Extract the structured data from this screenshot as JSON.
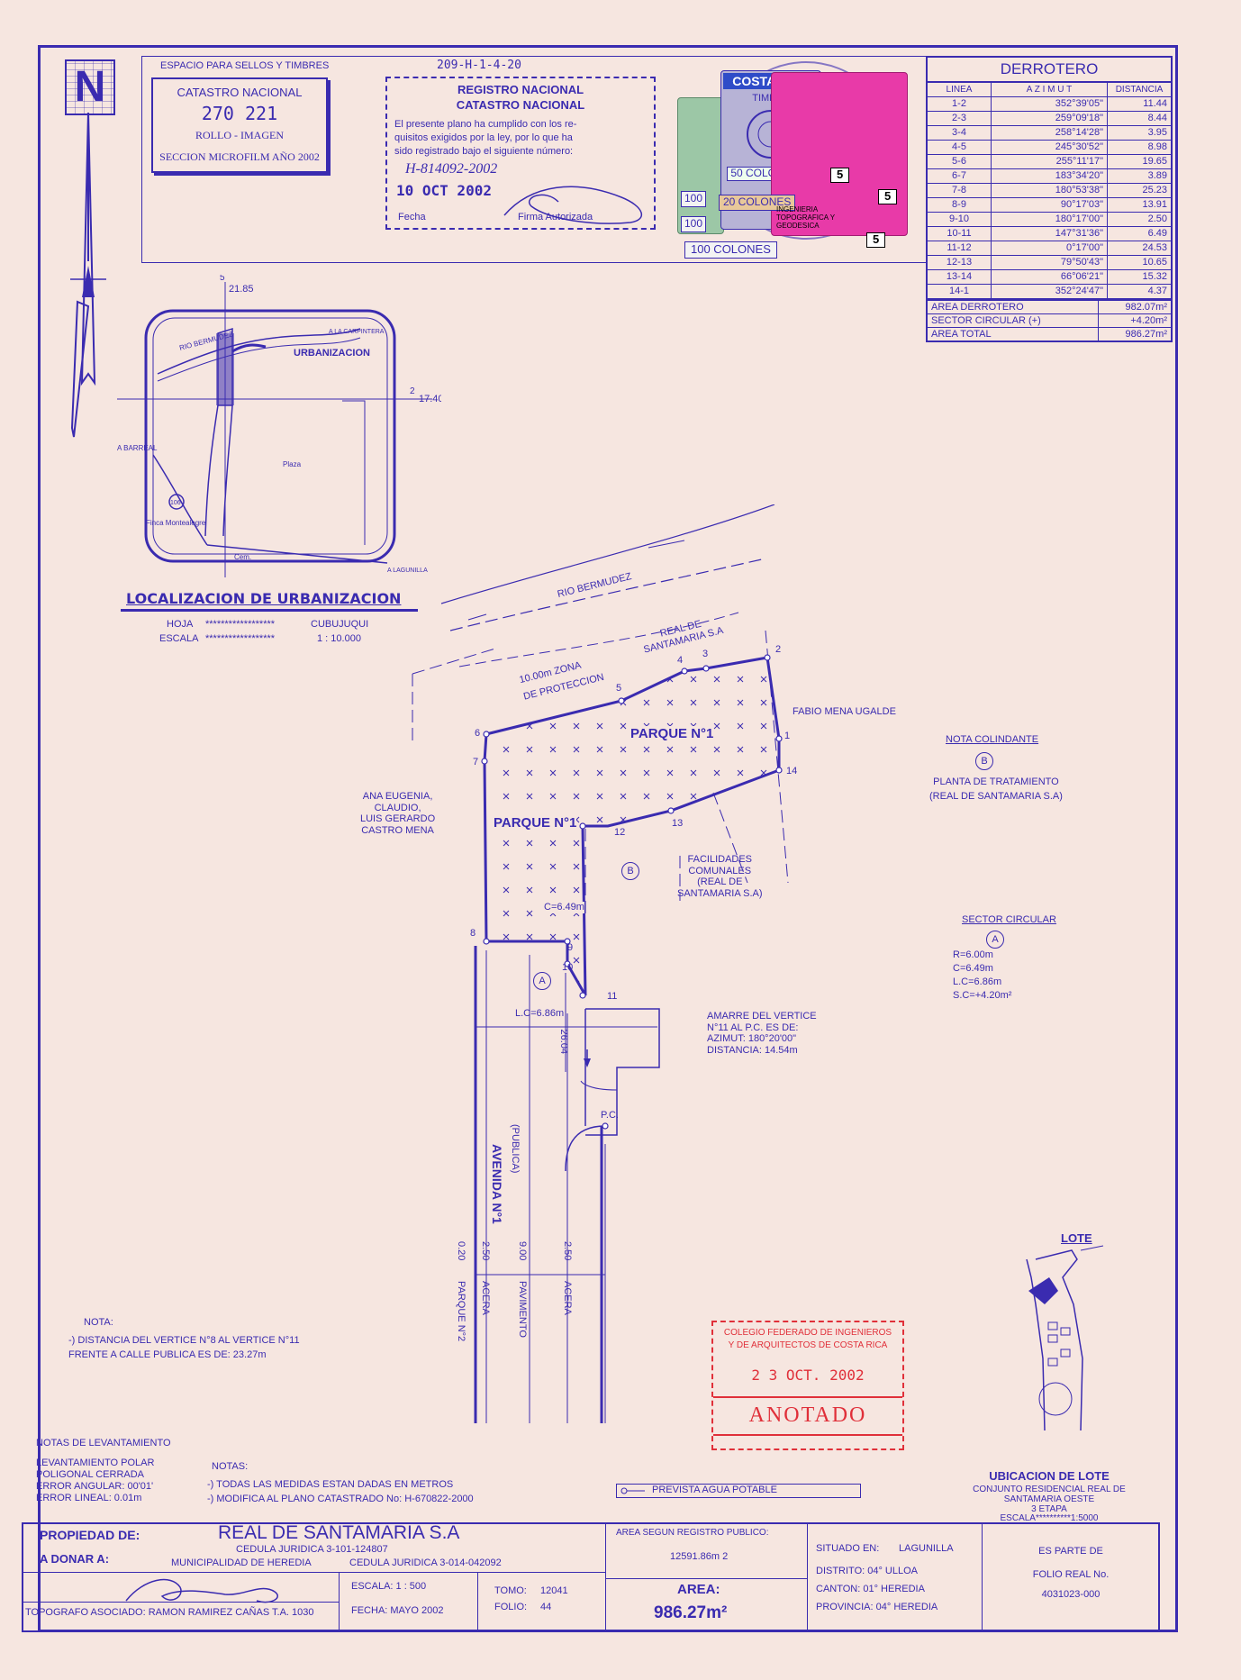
{
  "header": {
    "stamp_space_label": "ESPACIO PARA SELLOS Y TIMBRES",
    "file_code": "209-H-1-4-20",
    "catastro_box": {
      "title": "CATASTRO NACIONAL",
      "number": "270 221",
      "line2": "ROLLO - IMAGEN",
      "line3": "SECCION MICROFILM AÑO 2002"
    },
    "registro_box": {
      "title1": "REGISTRO NACIONAL",
      "title2": "CATASTRO NACIONAL",
      "text": "El presente plano ha cumplido con los re-\nquisitos exigidos por la ley, por lo que ha\nsido registrado bajo el siguiente número:",
      "number": "H-814092-2002",
      "date": "10 OCT 2002",
      "fecha_label": "Fecha",
      "firma_label": "Firma Autorizada"
    },
    "tax_stamps": [
      "COSTA RICA",
      "TIMBRE",
      "50 COLONES",
      "20 COLONES",
      "100",
      "100",
      "100 COLONES",
      "5",
      "5",
      "5",
      "INGENIERIA TOPOGRAFICA Y GEODESICA"
    ]
  },
  "derrotero": {
    "title": "DERROTERO",
    "headers": [
      "LINEA",
      "A Z I M U T",
      "DISTANCIA"
    ],
    "rows": [
      [
        "1-2",
        "352°39'05\"",
        "11.44"
      ],
      [
        "2-3",
        "259°09'18\"",
        "8.44"
      ],
      [
        "3-4",
        "258°14'28\"",
        "3.95"
      ],
      [
        "4-5",
        "245°30'52\"",
        "8.98"
      ],
      [
        "5-6",
        "255°11'17\"",
        "19.65"
      ],
      [
        "6-7",
        "183°34'20\"",
        "3.89"
      ],
      [
        "7-8",
        "180°53'38\"",
        "25.23"
      ],
      [
        "8-9",
        "90°17'03\"",
        "13.91"
      ],
      [
        "9-10",
        "180°17'00\"",
        "2.50"
      ],
      [
        "10-11",
        "147°31'36\"",
        "6.49"
      ],
      [
        "11-12",
        "0°17'00\"",
        "24.53"
      ],
      [
        "12-13",
        "79°50'43\"",
        "10.65"
      ],
      [
        "13-14",
        "66°06'21\"",
        "15.32"
      ],
      [
        "14-1",
        "352°24'47\"",
        "4.37"
      ]
    ],
    "area_derrotero_label": "AREA DERROTERO",
    "area_derrotero_value": "982.07m²",
    "sector_circular_label": "SECTOR CIRCULAR (+)",
    "sector_circular_value": "+4.20m²",
    "area_total_label": "AREA TOTAL",
    "area_total_value": "986.27m²"
  },
  "location_map": {
    "north_label": "N",
    "labels": {
      "top_coord_a": "5",
      "top_coord_b": "21.85",
      "right_coord_a": "2",
      "right_coord_b": "17.40",
      "rio": "RIO BERMUDEZ",
      "carpintera": "A LA\nCARPINTERA",
      "urbanizacion": "URBANIZACION",
      "barreal": "A\nBARREAL",
      "plaza": "Plaza",
      "finca": "Finca\nMontealegre",
      "cem": "Cem.",
      "lagunilla": "A\nLAGUNILLA",
      "road_num": "106"
    },
    "title": "LOCALIZACION DE URBANIZACION",
    "hoja_label": "HOJA",
    "hoja_value": "CUBUJUQUI",
    "escala_label": "ESCALA",
    "escala_value": "1 : 10.000",
    "dots": "******************"
  },
  "plan": {
    "rio": "RIO BERMUDEZ",
    "real_santamaria": "REAL DE\nSANTAMARIA S.A",
    "zona": "10.00m ZONA\nDE PROTECCION",
    "fabio": "FABIO MENA UGALDE",
    "parque1_a": "PARQUE N°1",
    "parque1_b": "PARQUE N°1",
    "owners_left": "ANA EUGENIA,\nCLAUDIO,\nLUIS GERARDO\nCASTRO MENA",
    "facilidades": "FACILIDADES\nCOMUNALES\n(REAL DE\nSANTAMARIA S.A)",
    "c_label": "C=6.49m",
    "lc_label": "L.C=6.86m",
    "dist_26": "26.04",
    "pc": "P.C.",
    "amarre": "AMARRE DEL VERTICE\nN°11 AL P.C. ES DE:\nAZIMUT: 180°20'00\"\nDISTANCIA: 14.54m",
    "avenida": "AVENIDA N°1",
    "publica": "(PUBLICA)",
    "sec_0_20": "0.20",
    "sec_2_50_a": "2.50",
    "sec_9_00": "9.00",
    "sec_2_50_b": "2.50",
    "parque2": "PARQUE N°2",
    "acera_a": "ACERA",
    "pavimento": "PAVIMENTO",
    "acera_b": "ACERA",
    "vertices": [
      "1",
      "2",
      "3",
      "4",
      "5",
      "6",
      "7",
      "8",
      "9",
      "10",
      "11",
      "12",
      "13",
      "14"
    ],
    "b_marker": "B",
    "a_marker": "A"
  },
  "nota_colindante": {
    "title": "NOTA COLINDANTE",
    "marker": "B",
    "text": "PLANTA DE TRATAMIENTO\n(REAL DE  SANTAMARIA S.A)"
  },
  "sector_circular": {
    "title": "SECTOR CIRCULAR",
    "marker": "A",
    "text": "R=6.00m\nC=6.49m\nL.C=6.86m\nS.C=+4.20m²"
  },
  "nota_distancia": {
    "title": "NOTA:",
    "text": "-) DISTANCIA DEL VERTICE N°8 AL VERTICE N°11\n    FRENTE A CALLE PUBLICA ES DE: 23.27m"
  },
  "notas_levantamiento": {
    "title": "NOTAS DE LEVANTAMIENTO",
    "text": "LEVANTAMIENTO POLAR\nPOLIGONAL CERRADA\nERROR ANGULAR: 00'01'\nERROR LINEAL: 0.01m"
  },
  "notas": {
    "title": "NOTAS:",
    "line1": "-) TODAS LAS MEDIDAS ESTAN DADAS EN METROS",
    "line2": "-) MODIFICA AL PLANO CATASTRADO No: H-670822-2000"
  },
  "legend": {
    "label": "PREVISTA AGUA POTABLE"
  },
  "colegio_stamp": {
    "line1": "COLEGIO FEDERADO DE INGENIEROS",
    "line2": "Y DE ARQUITECTOS DE COSTA RICA",
    "date": "2 3 OCT. 2002",
    "status": "ANOTADO"
  },
  "ubicacion_lote": {
    "lote_label": "LOTE",
    "title": "UBICACION DE LOTE",
    "line1": "CONJUNTO RESIDENCIAL REAL DE",
    "line2": "SANTAMARIA OESTE",
    "line3": "3 ETAPA",
    "escala": "ESCALA**********1:5000"
  },
  "title_block": {
    "propiedad_label": "PROPIEDAD DE:",
    "propiedad_value": "REAL DE SANTAMARIA S.A",
    "cedula1": "CEDULA JURIDICA   3-101-124807",
    "donar_label": "A DONAR A:",
    "donar_value": "MUNICIPALIDAD DE HEREDIA",
    "cedula2": "CEDULA JURIDICA   3-014-042092",
    "topografo": "TOPOGRAFO ASOCIADO: RAMON RAMIREZ CAÑAS  T.A. 1030",
    "escala": "ESCALA:  1 : 500",
    "fecha": "FECHA: MAYO 2002",
    "tomo_label": "TOMO:",
    "tomo_value": "12041",
    "folio_label": "FOLIO:",
    "folio_value": "44",
    "area_registro_label": "AREA SEGUN REGISTRO PUBLICO:",
    "area_registro_value": "12591.86m 2",
    "area_label": "AREA:",
    "area_value": "986.27m²",
    "situado_label": "SITUADO EN:",
    "situado_value": "LAGUNILLA",
    "distrito": "DISTRITO:   04° ULLOA",
    "canton": "CANTON:     01° HEREDIA",
    "provincia": "PROVINCIA: 04° HEREDIA",
    "es_parte": "ES PARTE DE",
    "folio_real": "FOLIO REAL No.",
    "folio_real_no": "4031023-000"
  },
  "colors": {
    "ink": "#3a2bb0",
    "paper": "#f6e6e0",
    "stamp_red": "#e0303a",
    "stamp_pink": "#e83aa8",
    "stamp_green": "#9cc7a6",
    "stamp_blue": "#2f4cc8"
  }
}
